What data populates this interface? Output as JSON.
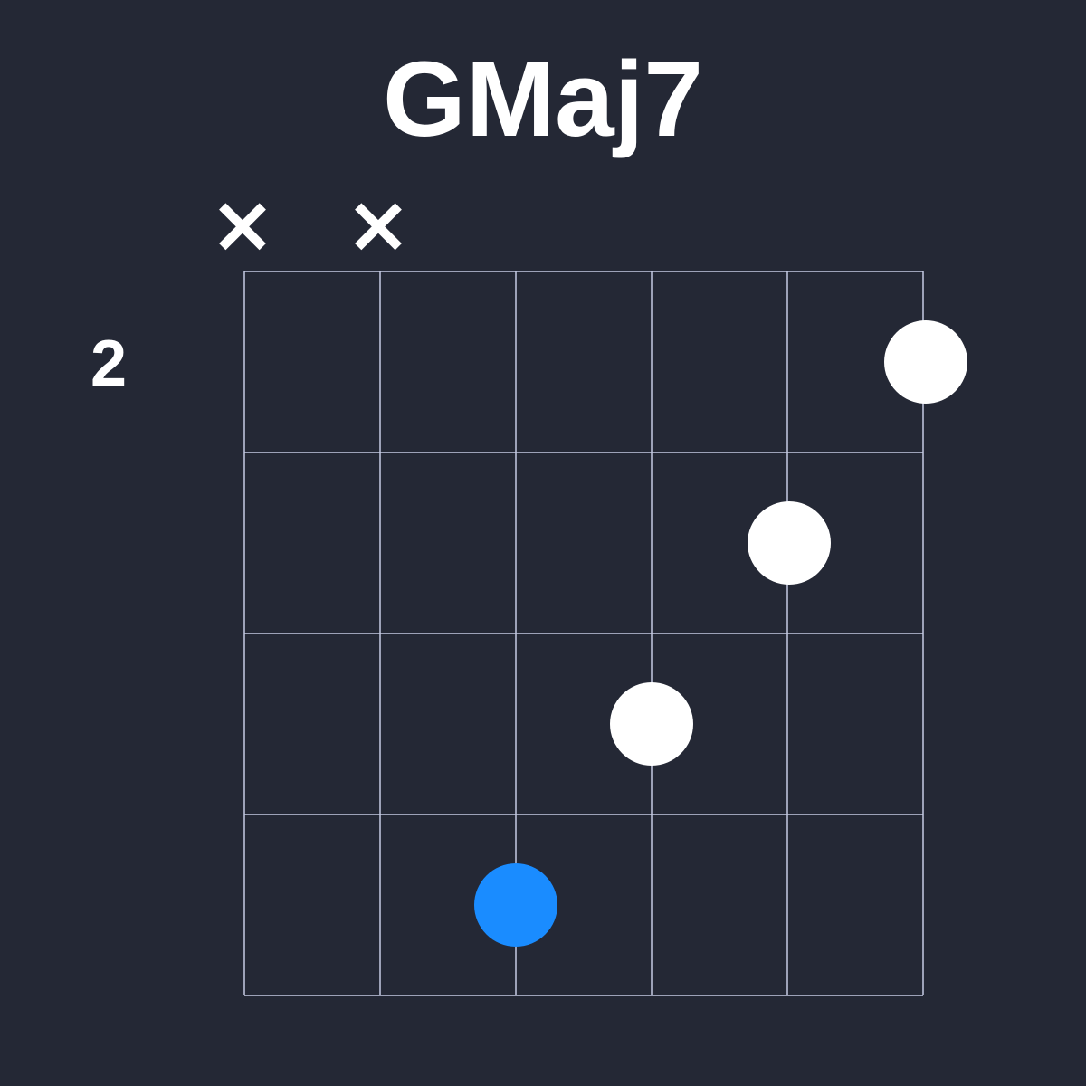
{
  "chord": {
    "name": "GMaj7",
    "base_fret": "2"
  },
  "diagram": {
    "strings": 6,
    "frets_shown": 4,
    "string_states": [
      "x",
      "x",
      "fretted",
      "fretted",
      "fretted",
      "fretted"
    ],
    "dots": [
      {
        "string": 6,
        "fret": 1,
        "color": "#ffffff",
        "role": "note"
      },
      {
        "string": 5,
        "fret": 2,
        "color": "#ffffff",
        "role": "note"
      },
      {
        "string": 4,
        "fret": 3,
        "color": "#ffffff",
        "role": "note"
      },
      {
        "string": 3,
        "fret": 4,
        "color": "#1a8cff",
        "role": "root"
      }
    ],
    "muted_symbol": "×"
  },
  "colors": {
    "background": "#242835",
    "grid": "#c5cbe3",
    "text": "#ffffff",
    "root": "#1a8cff",
    "note": "#ffffff"
  }
}
